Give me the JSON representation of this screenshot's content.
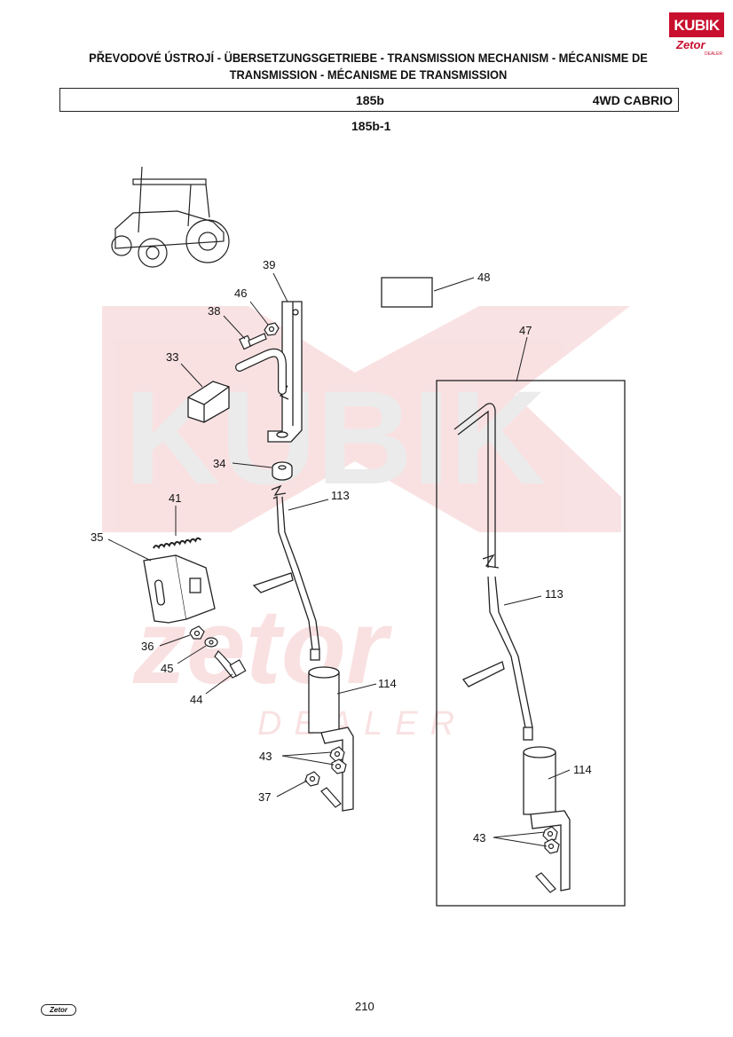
{
  "logo": {
    "brand": "KUBIK",
    "sub": "Zetor",
    "dealer": "DEALER"
  },
  "title": {
    "line1": "PŘEVODOVÉ ÚSTROJÍ - ÜBERSETZUNGSGETRIEBE - TRANSMISSION MECHANISM - MÉCANISME DE",
    "line2": "TRANSMISSION - MÉCANISME DE TRANSMISSION"
  },
  "header": {
    "code": "185b",
    "model": "4WD CABRIO"
  },
  "subcode": "185b-1",
  "watermark": {
    "brand": "KUBIK",
    "sub": "zetor",
    "dealer": "DEALER"
  },
  "parts": {
    "p39": "39",
    "p46": "46",
    "p38": "38",
    "p33": "33",
    "p48": "48",
    "p47": "47",
    "p34": "34",
    "p113a": "113",
    "p41": "41",
    "p35": "35",
    "p36": "36",
    "p45": "45",
    "p44": "44",
    "p114a": "114",
    "p43a": "43",
    "p37": "37",
    "p113b": "113",
    "p114b": "114",
    "p43b": "43"
  },
  "footer": {
    "page": "210",
    "logo": "Zetor"
  }
}
